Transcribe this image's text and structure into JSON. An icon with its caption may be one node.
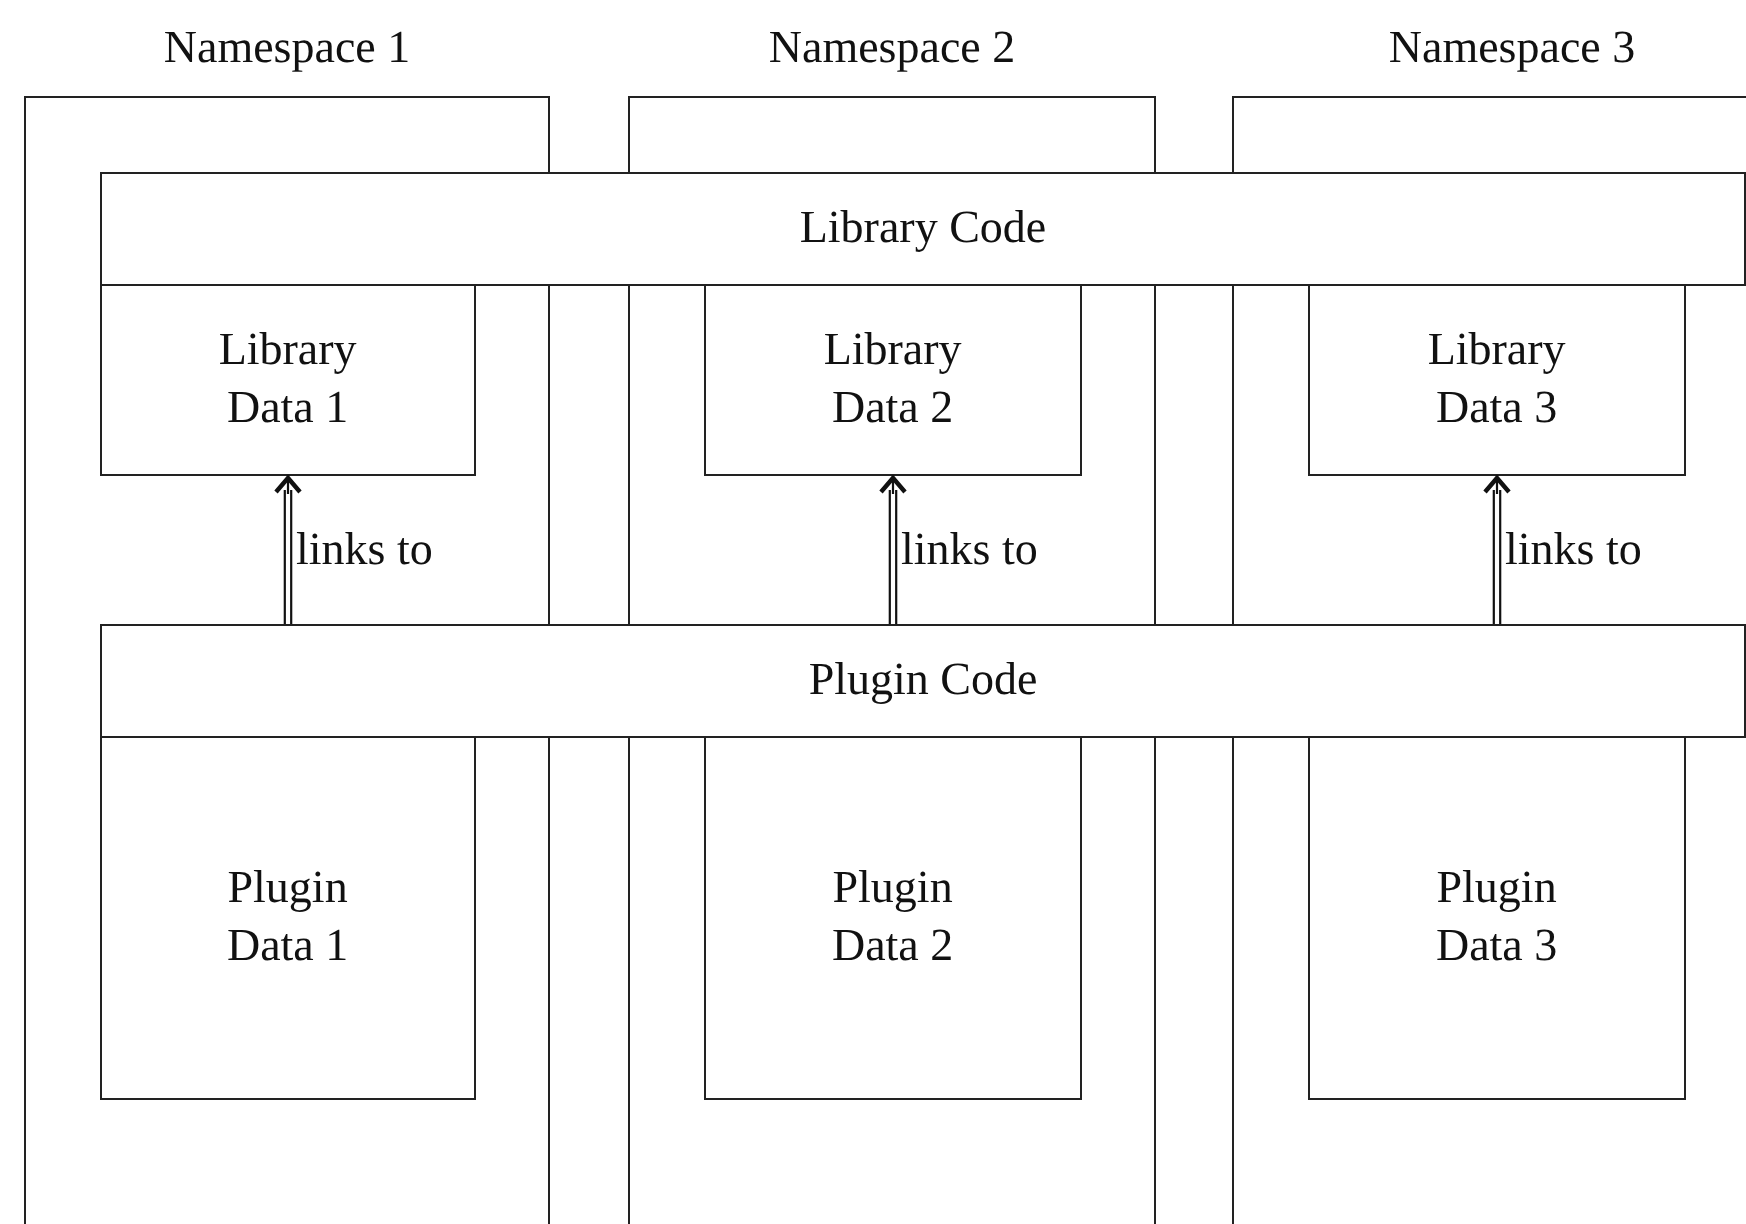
{
  "diagram": {
    "nodes": [
      {
        "text": [
          "Namespace 1"
        ]
      },
      {
        "text": [
          "Namespace 2"
        ]
      },
      {
        "text": [
          "Namespace 3"
        ]
      },
      {
        "text": [
          "Library Code"
        ]
      },
      {
        "text": [
          "Library Data 1"
        ],
        "in": 0
      },
      {
        "text": [
          "Library Data 2"
        ],
        "in": 1
      },
      {
        "text": [
          "Library Data 3"
        ],
        "in": 2
      },
      {
        "text": [
          "Plugin Code"
        ]
      },
      {
        "text": [
          "Plugin Data 1"
        ],
        "in": 0
      },
      {
        "text": [
          "Plugin Data 2"
        ],
        "in": 1
      },
      {
        "text": [
          "Plugin Data 3"
        ],
        "in": 2
      }
    ],
    "edges": [
      {
        "from": 7,
        "to": 4,
        "arrow": "to",
        "label": "links to"
      },
      {
        "from": 7,
        "to": 5,
        "arrow": "to",
        "label": "links to"
      },
      {
        "from": 7,
        "to": 6,
        "arrow": "to",
        "label": "links to"
      }
    ]
  }
}
